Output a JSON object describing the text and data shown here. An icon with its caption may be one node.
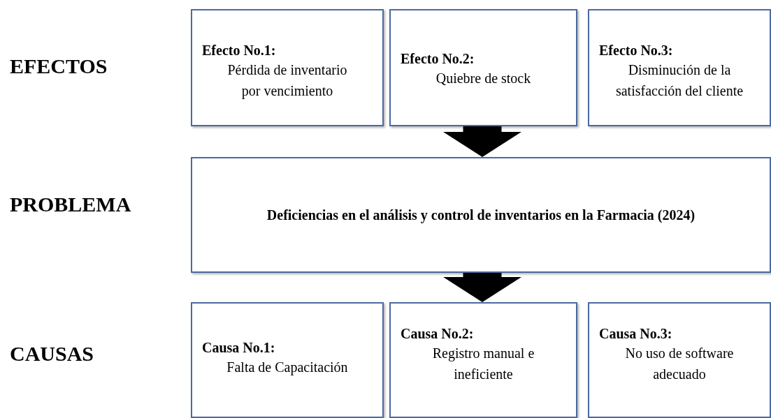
{
  "diagram": {
    "nodes": [
      {
        "text": [
          "Efecto No.1:",
          "Pérdida de inventario por vencimiento"
        ]
      },
      {
        "text": [
          "Efecto No.2:",
          "Quiebre de stock"
        ]
      },
      {
        "text": [
          "Efecto No.3:",
          "Disminución de la satisfacción del cliente"
        ]
      },
      {
        "text": [
          "Deficiencias en el análisis y control de inventarios en la Farmacia (2024)"
        ]
      },
      {
        "text": [
          "Causa No.1:",
          "Falta de Capacitación"
        ]
      },
      {
        "text": [
          "Causa No.2:",
          "Registro manual e ineficiente"
        ]
      },
      {
        "text": [
          "Causa No.3:",
          "No uso de software adecuado"
        ]
      }
    ],
    "edges": [
      {
        "from": 1,
        "to": 3,
        "arrow": "to"
      },
      {
        "from": 3,
        "to": 5,
        "arrow": "to"
      }
    ],
    "labels": [
      "EFECTOS",
      "PROBLEMA",
      "CAUSAS"
    ]
  }
}
